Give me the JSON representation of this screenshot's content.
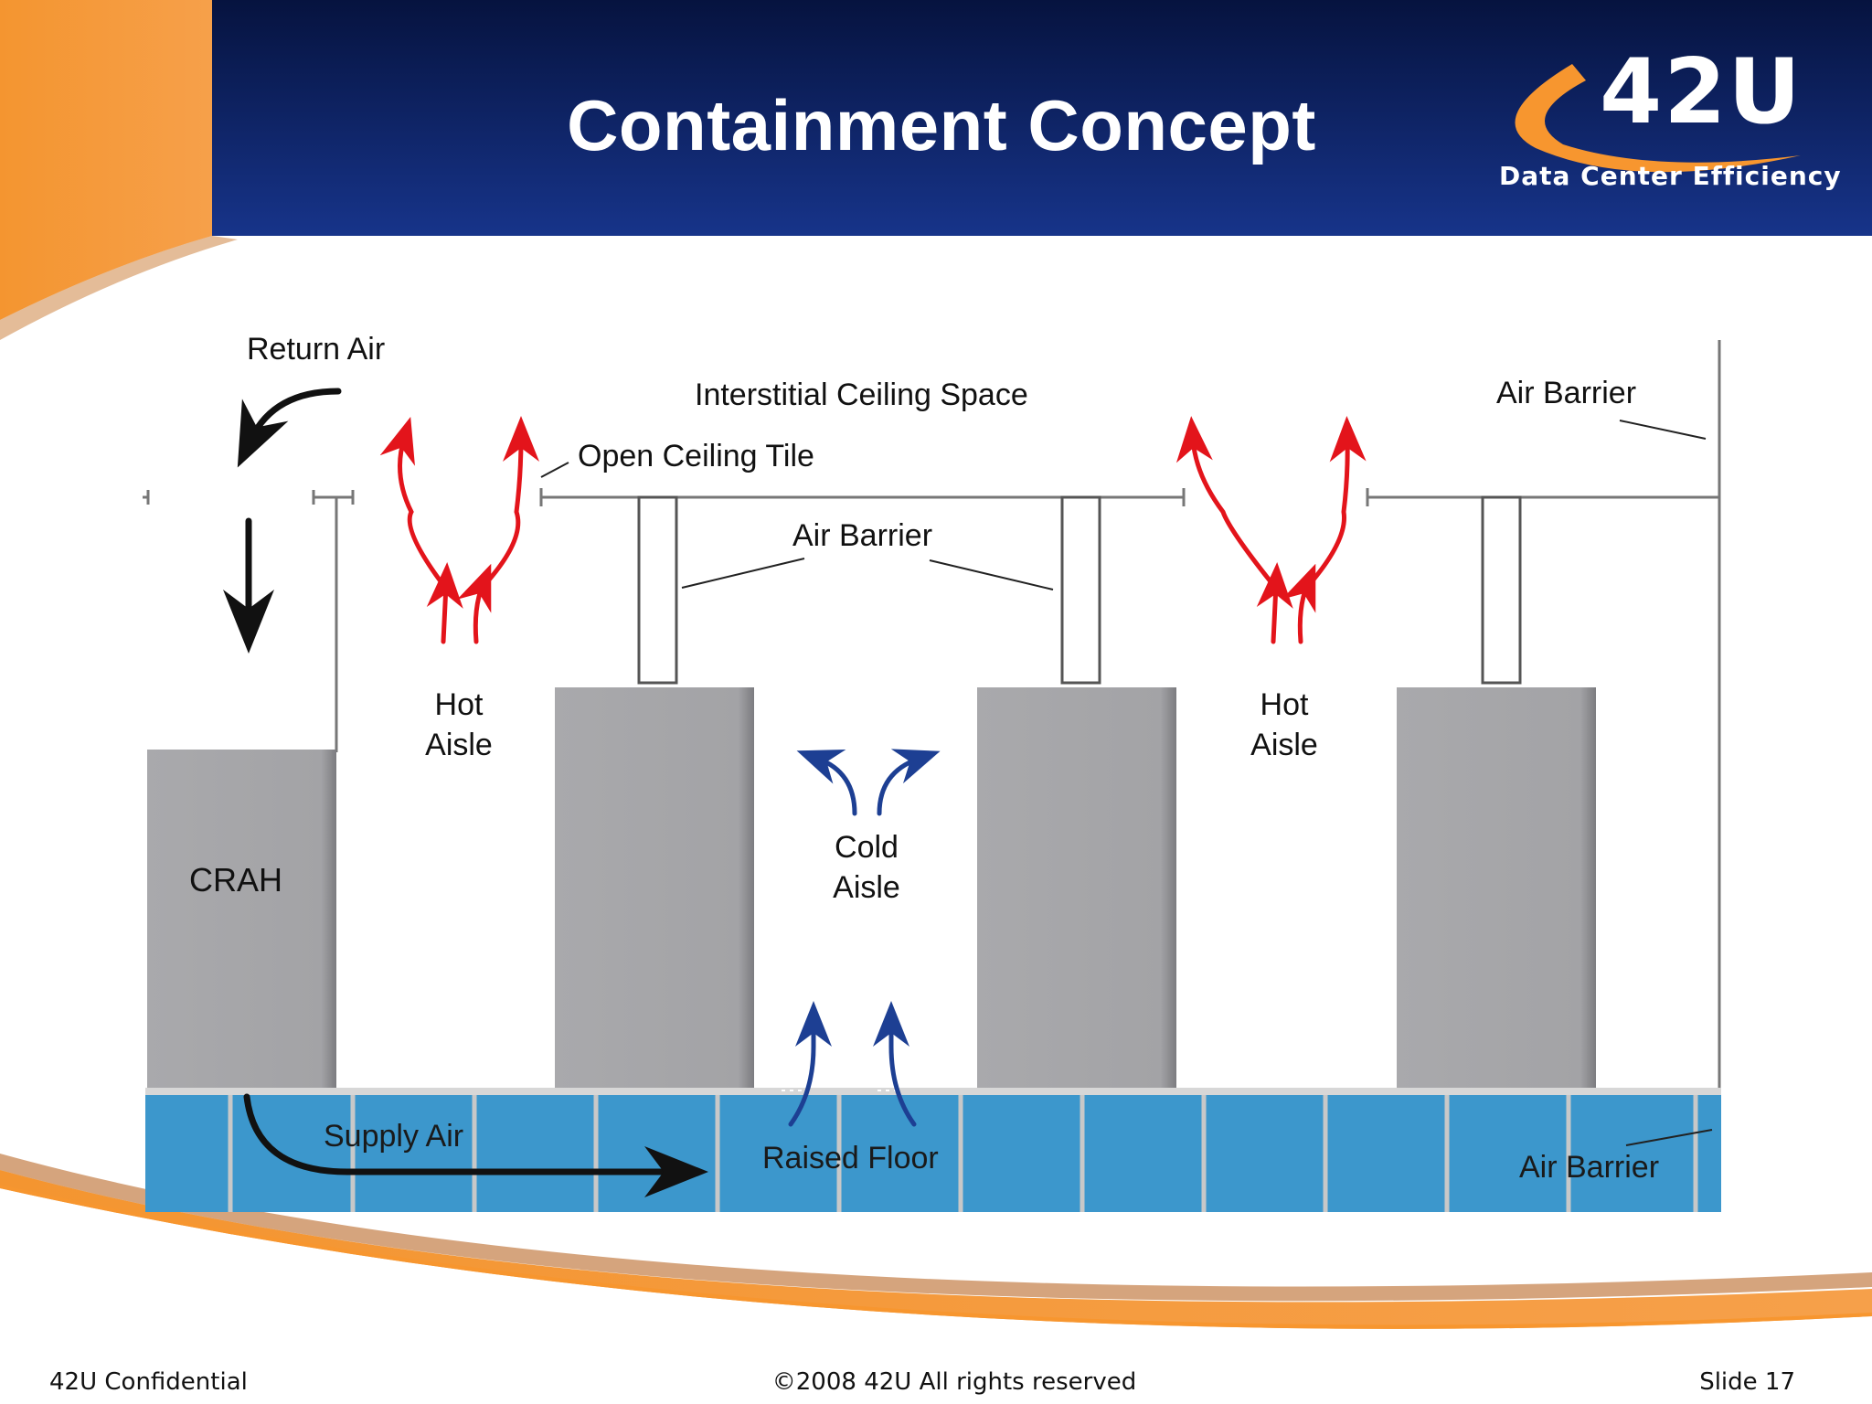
{
  "slide": {
    "title": "Containment Concept",
    "logo": {
      "name": "42U",
      "tagline": "Data Center Efficiency"
    },
    "footer": {
      "left": "42U Confidential",
      "center": "©2008 42U All rights reserved",
      "right": "Slide 17"
    }
  },
  "diagram": {
    "labels": {
      "return_air": "Return Air",
      "interstitial_ceiling_space": "Interstitial Ceiling Space",
      "open_ceiling_tile": "Open Ceiling Tile",
      "air_barrier_top_right": "Air Barrier",
      "air_barrier_middle": "Air Barrier",
      "air_barrier_floor": "Air Barrier",
      "hot_aisle_left": [
        "Hot",
        "Aisle"
      ],
      "hot_aisle_right": [
        "Hot",
        "Aisle"
      ],
      "cold_aisle": [
        "Cold",
        "Aisle"
      ],
      "crah": "CRAH",
      "supply_air": "Supply Air",
      "raised_floor": "Raised Floor"
    },
    "colors": {
      "header_blue": "#0d2466",
      "accent_orange": "#f7962f",
      "rack_gray": "#a6a6a9",
      "floor_blue": "#3c97cc",
      "hot_air": "#e3141b",
      "cold_air": "#1d3f93"
    }
  }
}
